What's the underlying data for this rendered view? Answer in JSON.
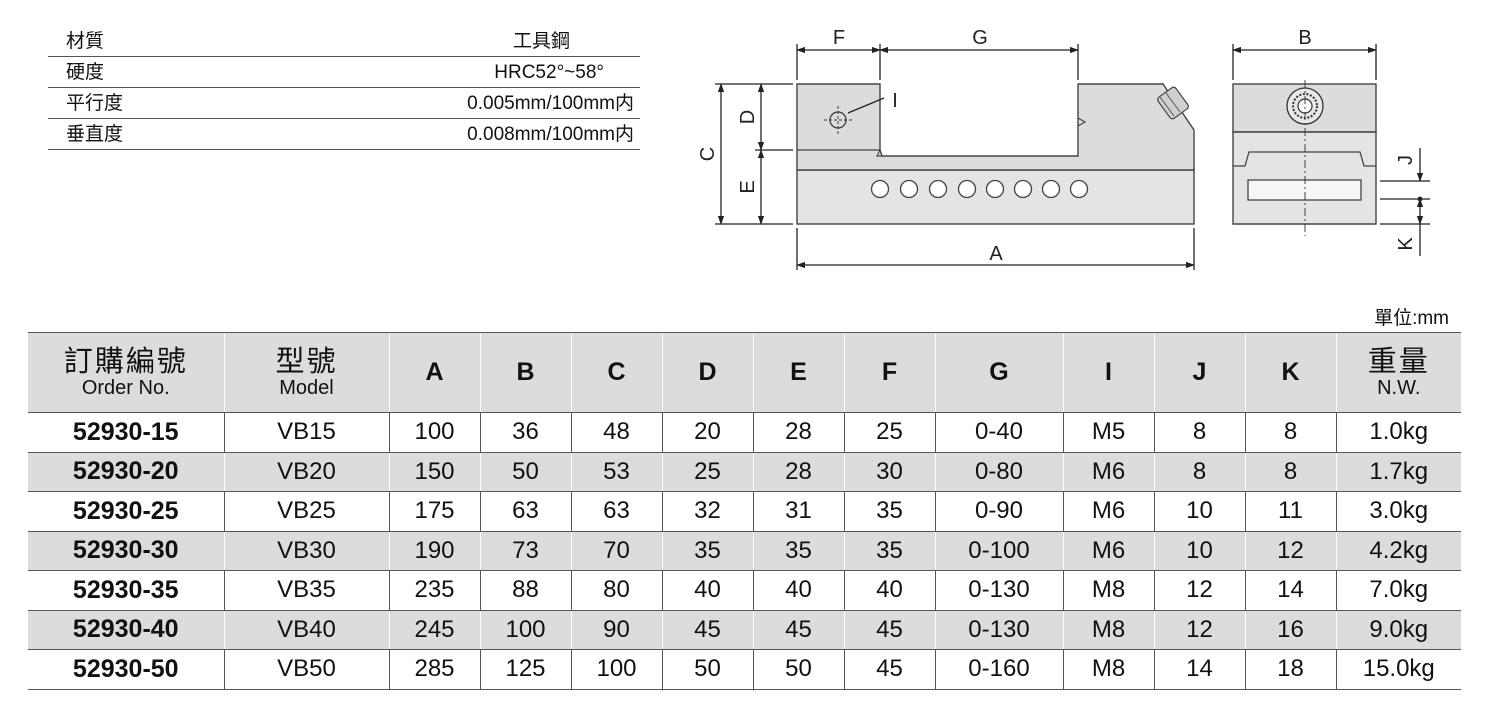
{
  "specs": [
    {
      "label": "材質",
      "value": "工具鋼"
    },
    {
      "label": "硬度",
      "value": "HRC52°~58°"
    },
    {
      "label": "平行度",
      "value": "0.005mm/100mm内"
    },
    {
      "label": "垂直度",
      "value": "0.008mm/100mm内"
    }
  ],
  "dims": {
    "a": "A",
    "b": "B",
    "c": "C",
    "d": "D",
    "e": "E",
    "f": "F",
    "g": "G",
    "i": "I",
    "j": "J",
    "k": "K"
  },
  "unit": "單位:mm",
  "table": {
    "headers": {
      "order_zh": "訂購編號",
      "order_en": "Order No.",
      "model_zh": "型號",
      "model_en": "Model",
      "a": "A",
      "b": "B",
      "c": "C",
      "d": "D",
      "e": "E",
      "f": "F",
      "g": "G",
      "i": "I",
      "j": "J",
      "k": "K",
      "nw_zh": "重量",
      "nw_en": "N.W."
    },
    "rows": [
      {
        "order": "52930-15",
        "model": "VB15",
        "a": "100",
        "b": "36",
        "c": "48",
        "d": "20",
        "e": "28",
        "f": "25",
        "g": "0-40",
        "i": "M5",
        "j": "8",
        "k": "8",
        "nw": "1.0kg"
      },
      {
        "order": "52930-20",
        "model": "VB20",
        "a": "150",
        "b": "50",
        "c": "53",
        "d": "25",
        "e": "28",
        "f": "30",
        "g": "0-80",
        "i": "M6",
        "j": "8",
        "k": "8",
        "nw": "1.7kg"
      },
      {
        "order": "52930-25",
        "model": "VB25",
        "a": "175",
        "b": "63",
        "c": "63",
        "d": "32",
        "e": "31",
        "f": "35",
        "g": "0-90",
        "i": "M6",
        "j": "10",
        "k": "11",
        "nw": "3.0kg"
      },
      {
        "order": "52930-30",
        "model": "VB30",
        "a": "190",
        "b": "73",
        "c": "70",
        "d": "35",
        "e": "35",
        "f": "35",
        "g": "0-100",
        "i": "M6",
        "j": "10",
        "k": "12",
        "nw": "4.2kg"
      },
      {
        "order": "52930-35",
        "model": "VB35",
        "a": "235",
        "b": "88",
        "c": "80",
        "d": "40",
        "e": "40",
        "f": "40",
        "g": "0-130",
        "i": "M8",
        "j": "12",
        "k": "14",
        "nw": "7.0kg"
      },
      {
        "order": "52930-40",
        "model": "VB40",
        "a": "245",
        "b": "100",
        "c": "90",
        "d": "45",
        "e": "45",
        "f": "45",
        "g": "0-130",
        "i": "M8",
        "j": "12",
        "k": "16",
        "nw": "9.0kg"
      },
      {
        "order": "52930-50",
        "model": "VB50",
        "a": "285",
        "b": "125",
        "c": "100",
        "d": "50",
        "e": "50",
        "f": "45",
        "g": "0-160",
        "i": "M8",
        "j": "14",
        "k": "18",
        "nw": "15.0kg"
      }
    ]
  }
}
